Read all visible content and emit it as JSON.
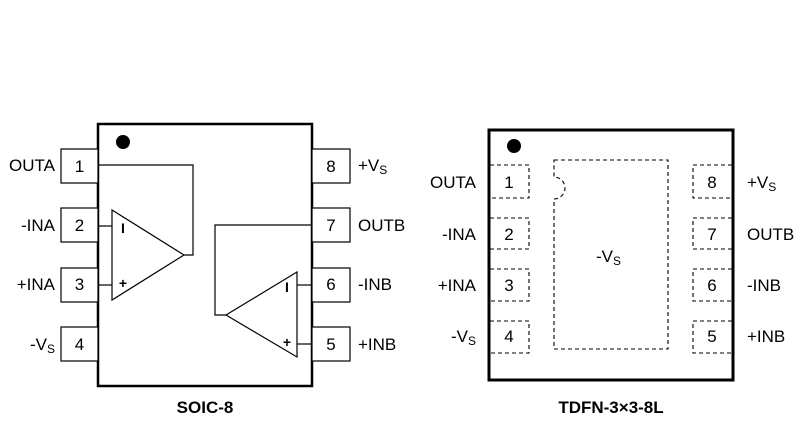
{
  "packages": [
    {
      "id": "soic8",
      "title": "SOIC-8",
      "pins_left": [
        {
          "number": "1",
          "name": "OUTA",
          "sub": ""
        },
        {
          "number": "2",
          "name": "-INA",
          "sub": ""
        },
        {
          "number": "3",
          "name": "+INA",
          "sub": ""
        },
        {
          "number": "4",
          "name": "-V",
          "sub": "S"
        }
      ],
      "pins_right": [
        {
          "number": "8",
          "name": "+V",
          "sub": "S"
        },
        {
          "number": "7",
          "name": "OUTB",
          "sub": ""
        },
        {
          "number": "6",
          "name": "-INB",
          "sub": ""
        },
        {
          "number": "5",
          "name": "+INB",
          "sub": ""
        }
      ],
      "amp_symbols": {
        "inverting": "I",
        "non_inverting": "+"
      }
    },
    {
      "id": "tdfn",
      "title": "TDFN-3×3-8L",
      "exposed_pad": {
        "name": "-V",
        "sub": "S"
      },
      "pins_left": [
        {
          "number": "1",
          "name": "OUTA",
          "sub": ""
        },
        {
          "number": "2",
          "name": "-INA",
          "sub": ""
        },
        {
          "number": "3",
          "name": "+INA",
          "sub": ""
        },
        {
          "number": "4",
          "name": "-V",
          "sub": "S"
        }
      ],
      "pins_right": [
        {
          "number": "8",
          "name": "+V",
          "sub": "S"
        },
        {
          "number": "7",
          "name": "OUTB",
          "sub": ""
        },
        {
          "number": "6",
          "name": "-INB",
          "sub": ""
        },
        {
          "number": "5",
          "name": "+INB",
          "sub": ""
        }
      ]
    }
  ]
}
